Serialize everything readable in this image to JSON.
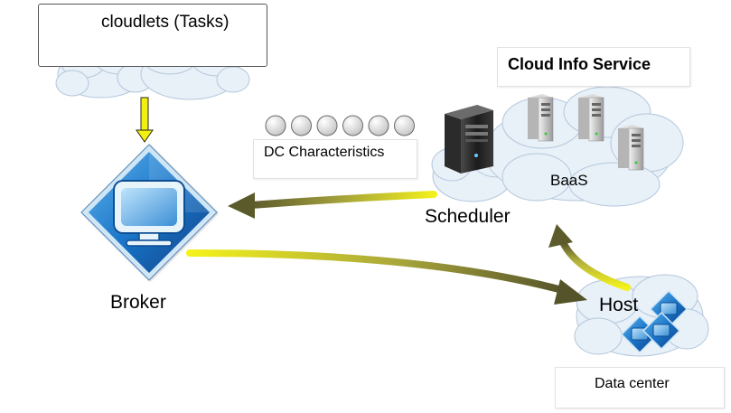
{
  "diagram": {
    "tasks_label": "cloudlets  (Tasks)",
    "cloud_info_service_label": "Cloud Info Service",
    "dc_characteristics_label": "DC Characteristics",
    "baas_label": "BaaS",
    "scheduler_label": "Scheduler",
    "broker_label": "Broker",
    "host_label": "Host",
    "data_center_label": "Data center",
    "dc_characteristics_circle_count": 6
  },
  "colors": {
    "arrow_tail": "#f0ef1a",
    "arrow_head": "#5a5a2a",
    "cloud_fill": "#e8f0f8",
    "cloud_stroke": "#b3c7db",
    "broker_blue": "#1a6fc0"
  }
}
